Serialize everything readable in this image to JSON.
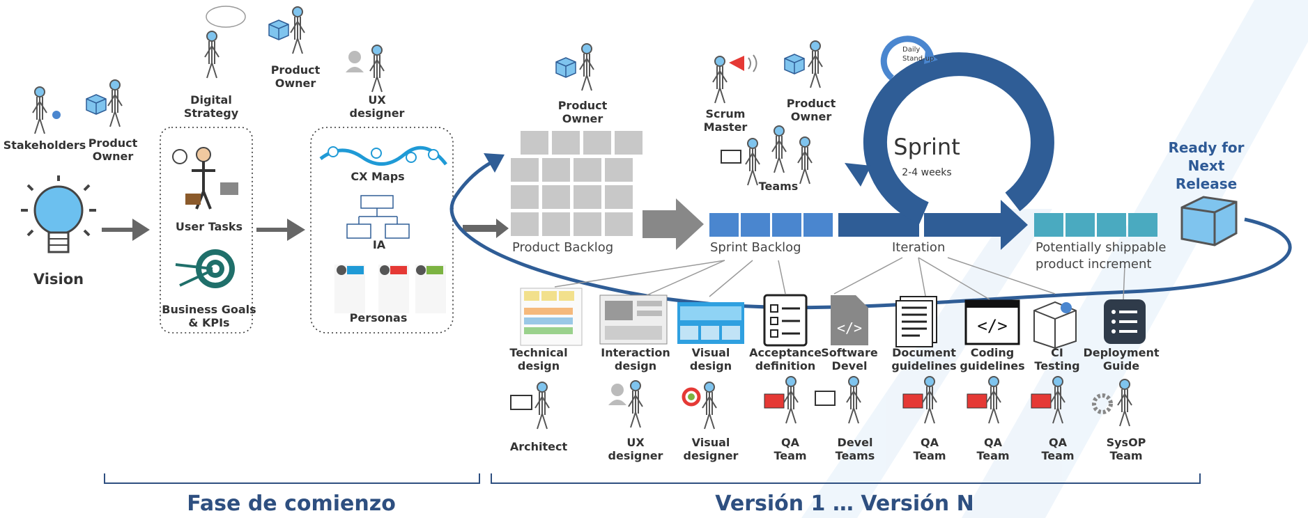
{
  "phase_start": {
    "stakeholders": "Stakeholders",
    "product_owner_1": "Product\nOwner",
    "vision": "Vision",
    "digital_strategy": "Digital\nStrategy",
    "product_owner_2": "Product\nOwner",
    "user_tasks": "User Tasks",
    "business_goals": "Business Goals\n& KPIs",
    "ux_designer": "UX\ndesigner",
    "cx_maps": "CX Maps",
    "ia": "IA",
    "personas": "Personas"
  },
  "scrum": {
    "product_owner_backlog": "Product\nOwner",
    "product_backlog": "Product Backlog",
    "scrum_master": "Scrum\nMaster",
    "product_owner_sprint": "Product\nOwner",
    "teams": "Teams",
    "daily_standup": "Daily\nStand-up",
    "sprint": "Sprint",
    "sprint_duration": "2-4 weeks",
    "sprint_backlog": "Sprint Backlog",
    "iteration": "Iteration",
    "increment": "Potentially shippable\nproduct increment",
    "ready": "Ready for\nNext\nRelease"
  },
  "activities": [
    {
      "label": "Technical\ndesign",
      "role": "Architect"
    },
    {
      "label": "Interaction\ndesign",
      "role": "UX\ndesigner"
    },
    {
      "label": "Visual\ndesign",
      "role": "Visual\ndesigner"
    },
    {
      "label": "Acceptance\ndefinition",
      "role": "QA\nTeam"
    },
    {
      "label": "Software\nDevel",
      "role": "Devel\nTeams"
    },
    {
      "label": "Document\nguidelines",
      "role": "QA\nTeam"
    },
    {
      "label": "Coding\nguidelines",
      "role": "QA\nTeam"
    },
    {
      "label": "CI\nTesting",
      "role": "QA\nTeam"
    },
    {
      "label": "Deployment\nGuide",
      "role": "SysOP\nTeam"
    }
  ],
  "phases": {
    "start": "Fase de comienzo",
    "versions": "Versión 1 … Versión N"
  },
  "colors": {
    "dark_blue": "#2f5d96",
    "sprint_blue": "#4a86cf",
    "increment_teal": "#4aaac0",
    "gray_block": "#c8c8c8",
    "phase_text": "#2e4f80"
  },
  "icons": [
    "lightbulb-icon",
    "person-icon",
    "cube-icon",
    "target-icon",
    "map-icon",
    "org-chart-icon",
    "persona-card-icon",
    "megaphone-icon",
    "checklist-icon",
    "code-file-icon",
    "document-icon",
    "coding-icon",
    "ci-box-icon",
    "deploy-icon",
    "gear-icon",
    "laptop-icon",
    "color-wheel-icon"
  ]
}
